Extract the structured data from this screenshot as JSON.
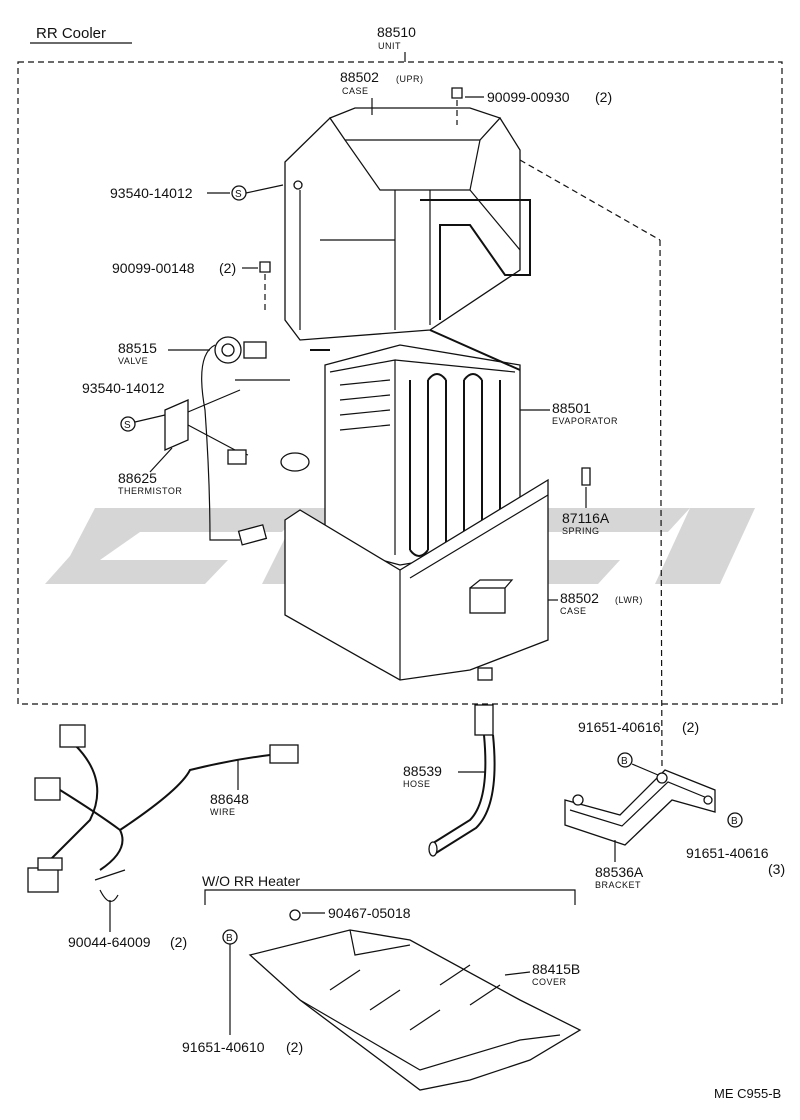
{
  "section_title": "RR Cooler",
  "unit": {
    "number": "88510",
    "name": "UNIT"
  },
  "parts": [
    {
      "id": "case_upr",
      "number": "88502",
      "qualifier": "(UPR)",
      "name": "CASE"
    },
    {
      "id": "screw_top",
      "number": "90099-00930",
      "qualifier": "(2)"
    },
    {
      "id": "clip_upper",
      "number": "93540-14012"
    },
    {
      "id": "screw_mid",
      "number": "90099-00148",
      "qualifier": "(2)"
    },
    {
      "id": "valve",
      "number": "88515",
      "name": "VALVE"
    },
    {
      "id": "clip_lower",
      "number": "93540-14012"
    },
    {
      "id": "thermistor",
      "number": "88625",
      "name": "THERMISTOR"
    },
    {
      "id": "evaporator",
      "number": "88501",
      "name": "EVAPORATOR"
    },
    {
      "id": "spring",
      "number": "87116A",
      "name": "SPRING"
    },
    {
      "id": "case_lwr",
      "number": "88502",
      "qualifier": "(LWR)",
      "name": "CASE"
    },
    {
      "id": "hose",
      "number": "88539",
      "name": "HOSE"
    },
    {
      "id": "wire",
      "number": "88648",
      "name": "WIRE"
    },
    {
      "id": "clamp",
      "number": "90044-64009",
      "qualifier": "(2)"
    },
    {
      "id": "bracket_screw_top",
      "number": "91651-40616",
      "qualifier": "(2)"
    },
    {
      "id": "bracket",
      "number": "88536A",
      "name": "BRACKET"
    },
    {
      "id": "bracket_screw_right",
      "number": "91651-40616",
      "qualifier": "(3)"
    },
    {
      "id": "cover_screw",
      "number": "90467-05018"
    },
    {
      "id": "cover",
      "number": "88415B",
      "name": "COVER"
    },
    {
      "id": "cover_bolt",
      "number": "91651-40610",
      "qualifier": "(2)"
    }
  ],
  "symbols": {
    "s": "S",
    "b": "B"
  },
  "wo_heater_title": "W/O RR Heater",
  "diagram_code": "ME C955-B",
  "colors": {
    "ink": "#111111",
    "watermark": "#d2d2d2",
    "background": "#ffffff"
  }
}
